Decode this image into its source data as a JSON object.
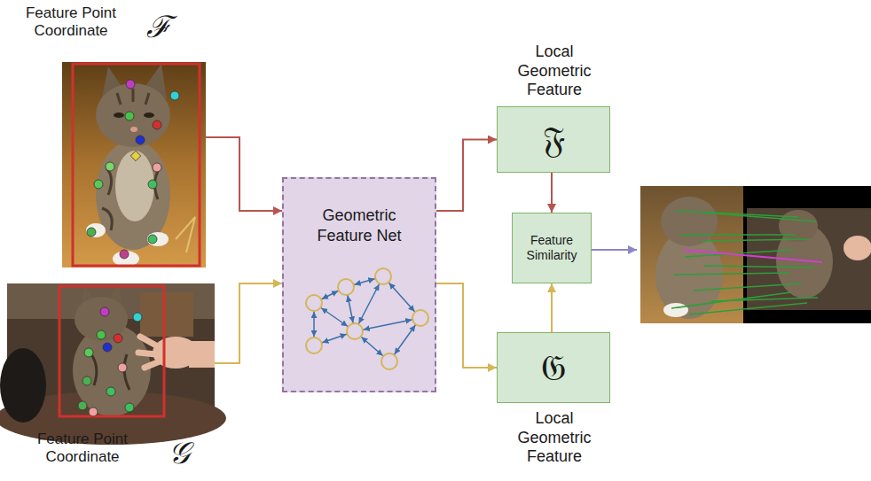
{
  "diagram": {
    "nodes": [
      {
        "text": [
          "Feature Point Coordinate",
          "ℱ"
        ]
      },
      {
        "text": [
          "Feature Point Coordinate",
          "𝒢"
        ]
      },
      {
        "text": [
          "Geometric Feature Net"
        ]
      },
      {
        "text": [
          "Local Geometric Feature",
          "𝔉"
        ]
      },
      {
        "text": [
          "Feature Similarity"
        ]
      },
      {
        "text": [
          "𝔊",
          "Local Geometric Feature"
        ]
      }
    ],
    "edges": [
      {
        "from": 0,
        "to": 2,
        "arrow": "to"
      },
      {
        "from": 1,
        "to": 2,
        "arrow": "to"
      },
      {
        "from": 2,
        "to": 3,
        "arrow": "to"
      },
      {
        "from": 2,
        "to": 5,
        "arrow": "to"
      },
      {
        "from": 3,
        "to": 4,
        "arrow": "to"
      },
      {
        "from": 5,
        "to": 4,
        "arrow": "to"
      }
    ]
  }
}
